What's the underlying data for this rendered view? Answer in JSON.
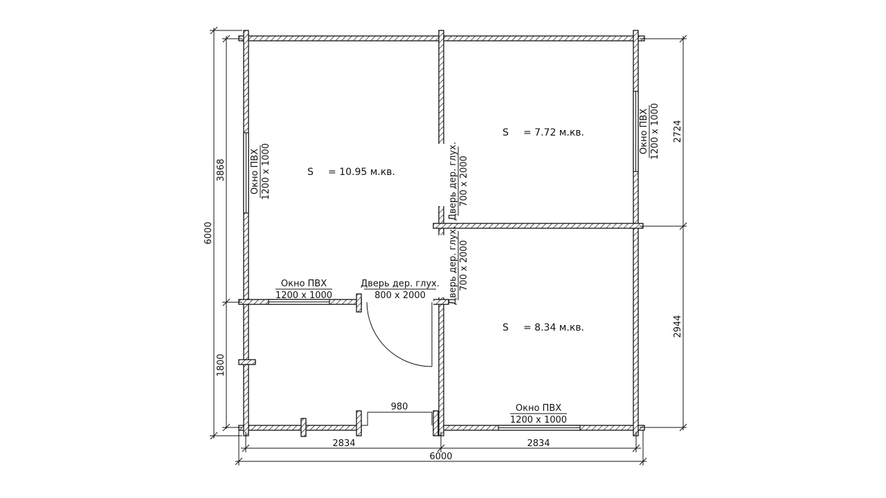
{
  "rooms": [
    {
      "area_label": "S",
      "area_value": "= 10.95 м.кв."
    },
    {
      "area_label": "S",
      "area_value": "= 7.72 м.кв."
    },
    {
      "area_label": "S",
      "area_value": "= 8.34 м.кв."
    }
  ],
  "openings": {
    "window_left": {
      "name": "Окно ПВХ",
      "size": "1200 х 1000"
    },
    "window_right": {
      "name": "Окно ПВХ",
      "size": "1200 х 1000"
    },
    "window_hall": {
      "name": "Окно ПВХ",
      "size": "1200 х 1000"
    },
    "window_bottom": {
      "name": "Окно ПВХ",
      "size": "1200 х 1000"
    },
    "door_hall": {
      "name": "Дверь дер. глух.",
      "size": "800 х 2000"
    },
    "door_upper": {
      "name": "Дверь дер. глух.",
      "size": "700 х 2000"
    },
    "door_lower": {
      "name": "Дверь дер. глух.",
      "size": "700 х 2000"
    }
  },
  "dimensions": {
    "total_width": "6000",
    "bottom_left": "2834",
    "bottom_right": "2834",
    "entrance": "980",
    "total_height": "6000",
    "left_upper": "3868",
    "left_lower": "1800",
    "right_upper": "2724",
    "right_lower": "2944"
  }
}
